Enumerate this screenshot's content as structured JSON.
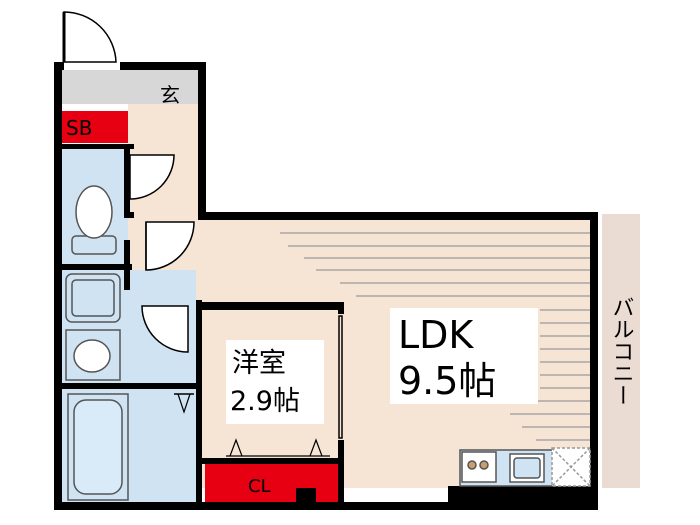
{
  "plan": {
    "rooms": {
      "entrance": "玄",
      "shoe_box": "SB",
      "ldk_name": "LDK",
      "ldk_size": "9.5帖",
      "western_name": "洋室",
      "western_size": "2.9帖",
      "closet": "CL",
      "balcony": "バルコニー"
    },
    "colors": {
      "floor": "#f6e4d5",
      "wet_area": "#cfe3f3",
      "wall": "#000000",
      "storage": "#e60012",
      "entrance_floor": "#d7d7d7",
      "balcony": "#eadcd3"
    }
  }
}
